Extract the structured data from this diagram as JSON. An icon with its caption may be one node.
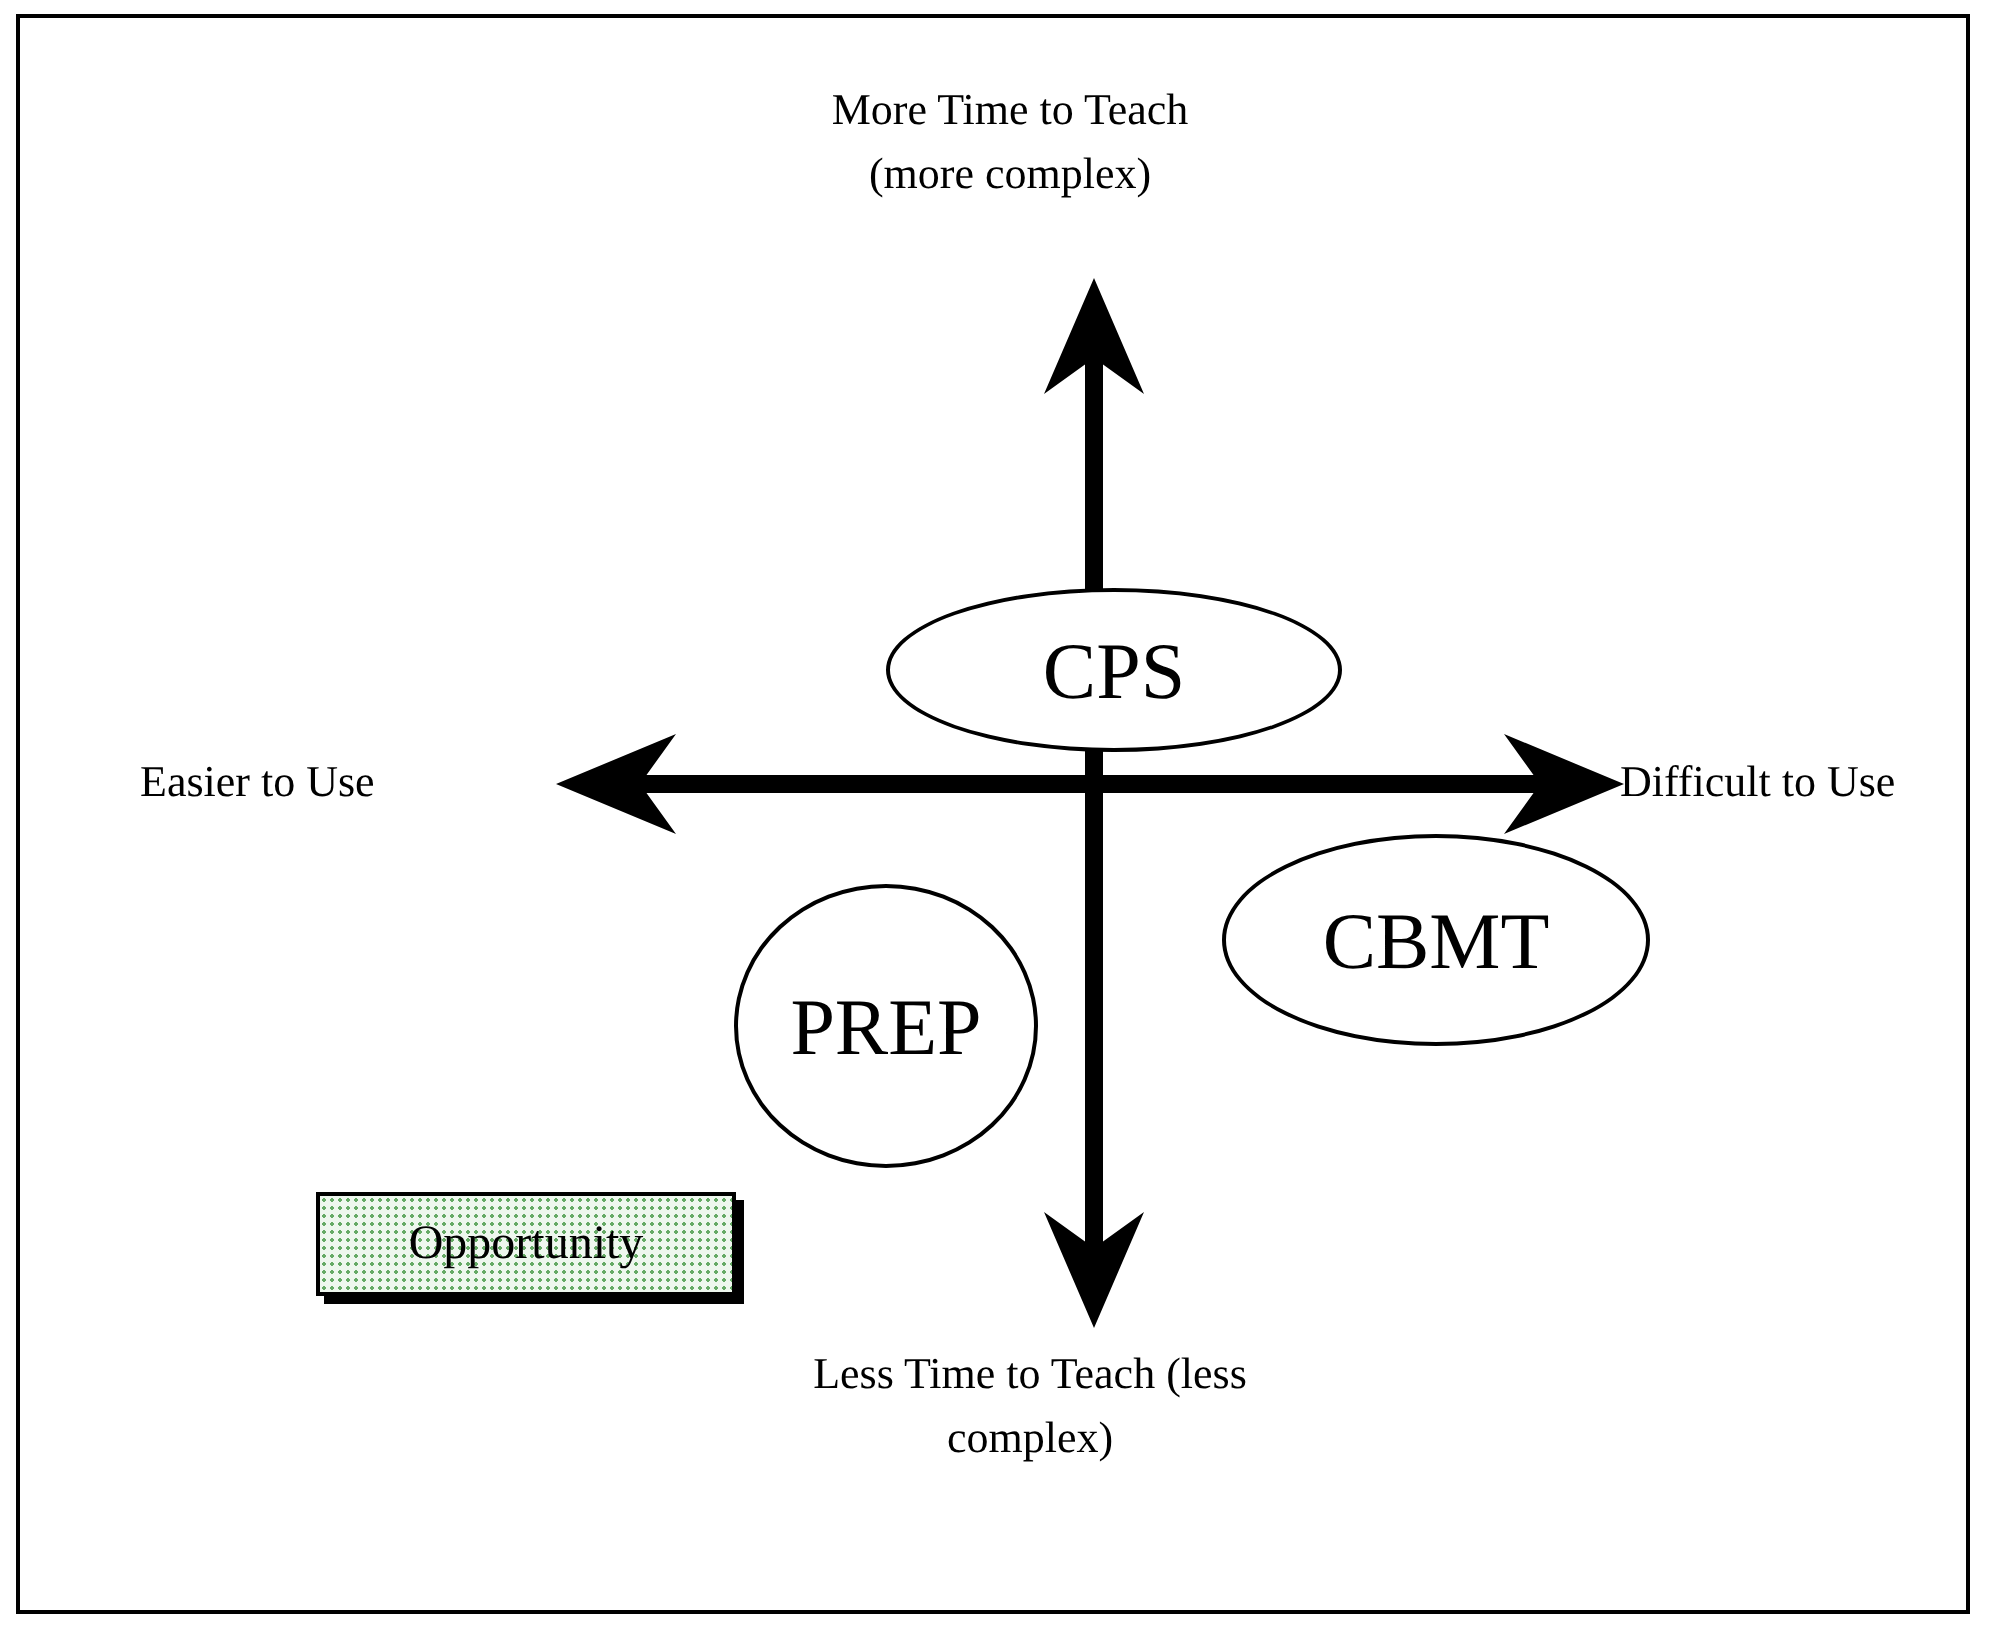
{
  "diagram": {
    "nodes": [
      {
        "text": [
          "CPS"
        ]
      },
      {
        "text": [
          "CBMT"
        ]
      },
      {
        "text": [
          "PREP"
        ]
      },
      {
        "text": [
          "Opportunity"
        ]
      }
    ],
    "labels": [
      "More Time to Teach (more complex)",
      "Easier to Use",
      "Difficult to Use",
      "Less Time to Teach (less complex)"
    ]
  }
}
